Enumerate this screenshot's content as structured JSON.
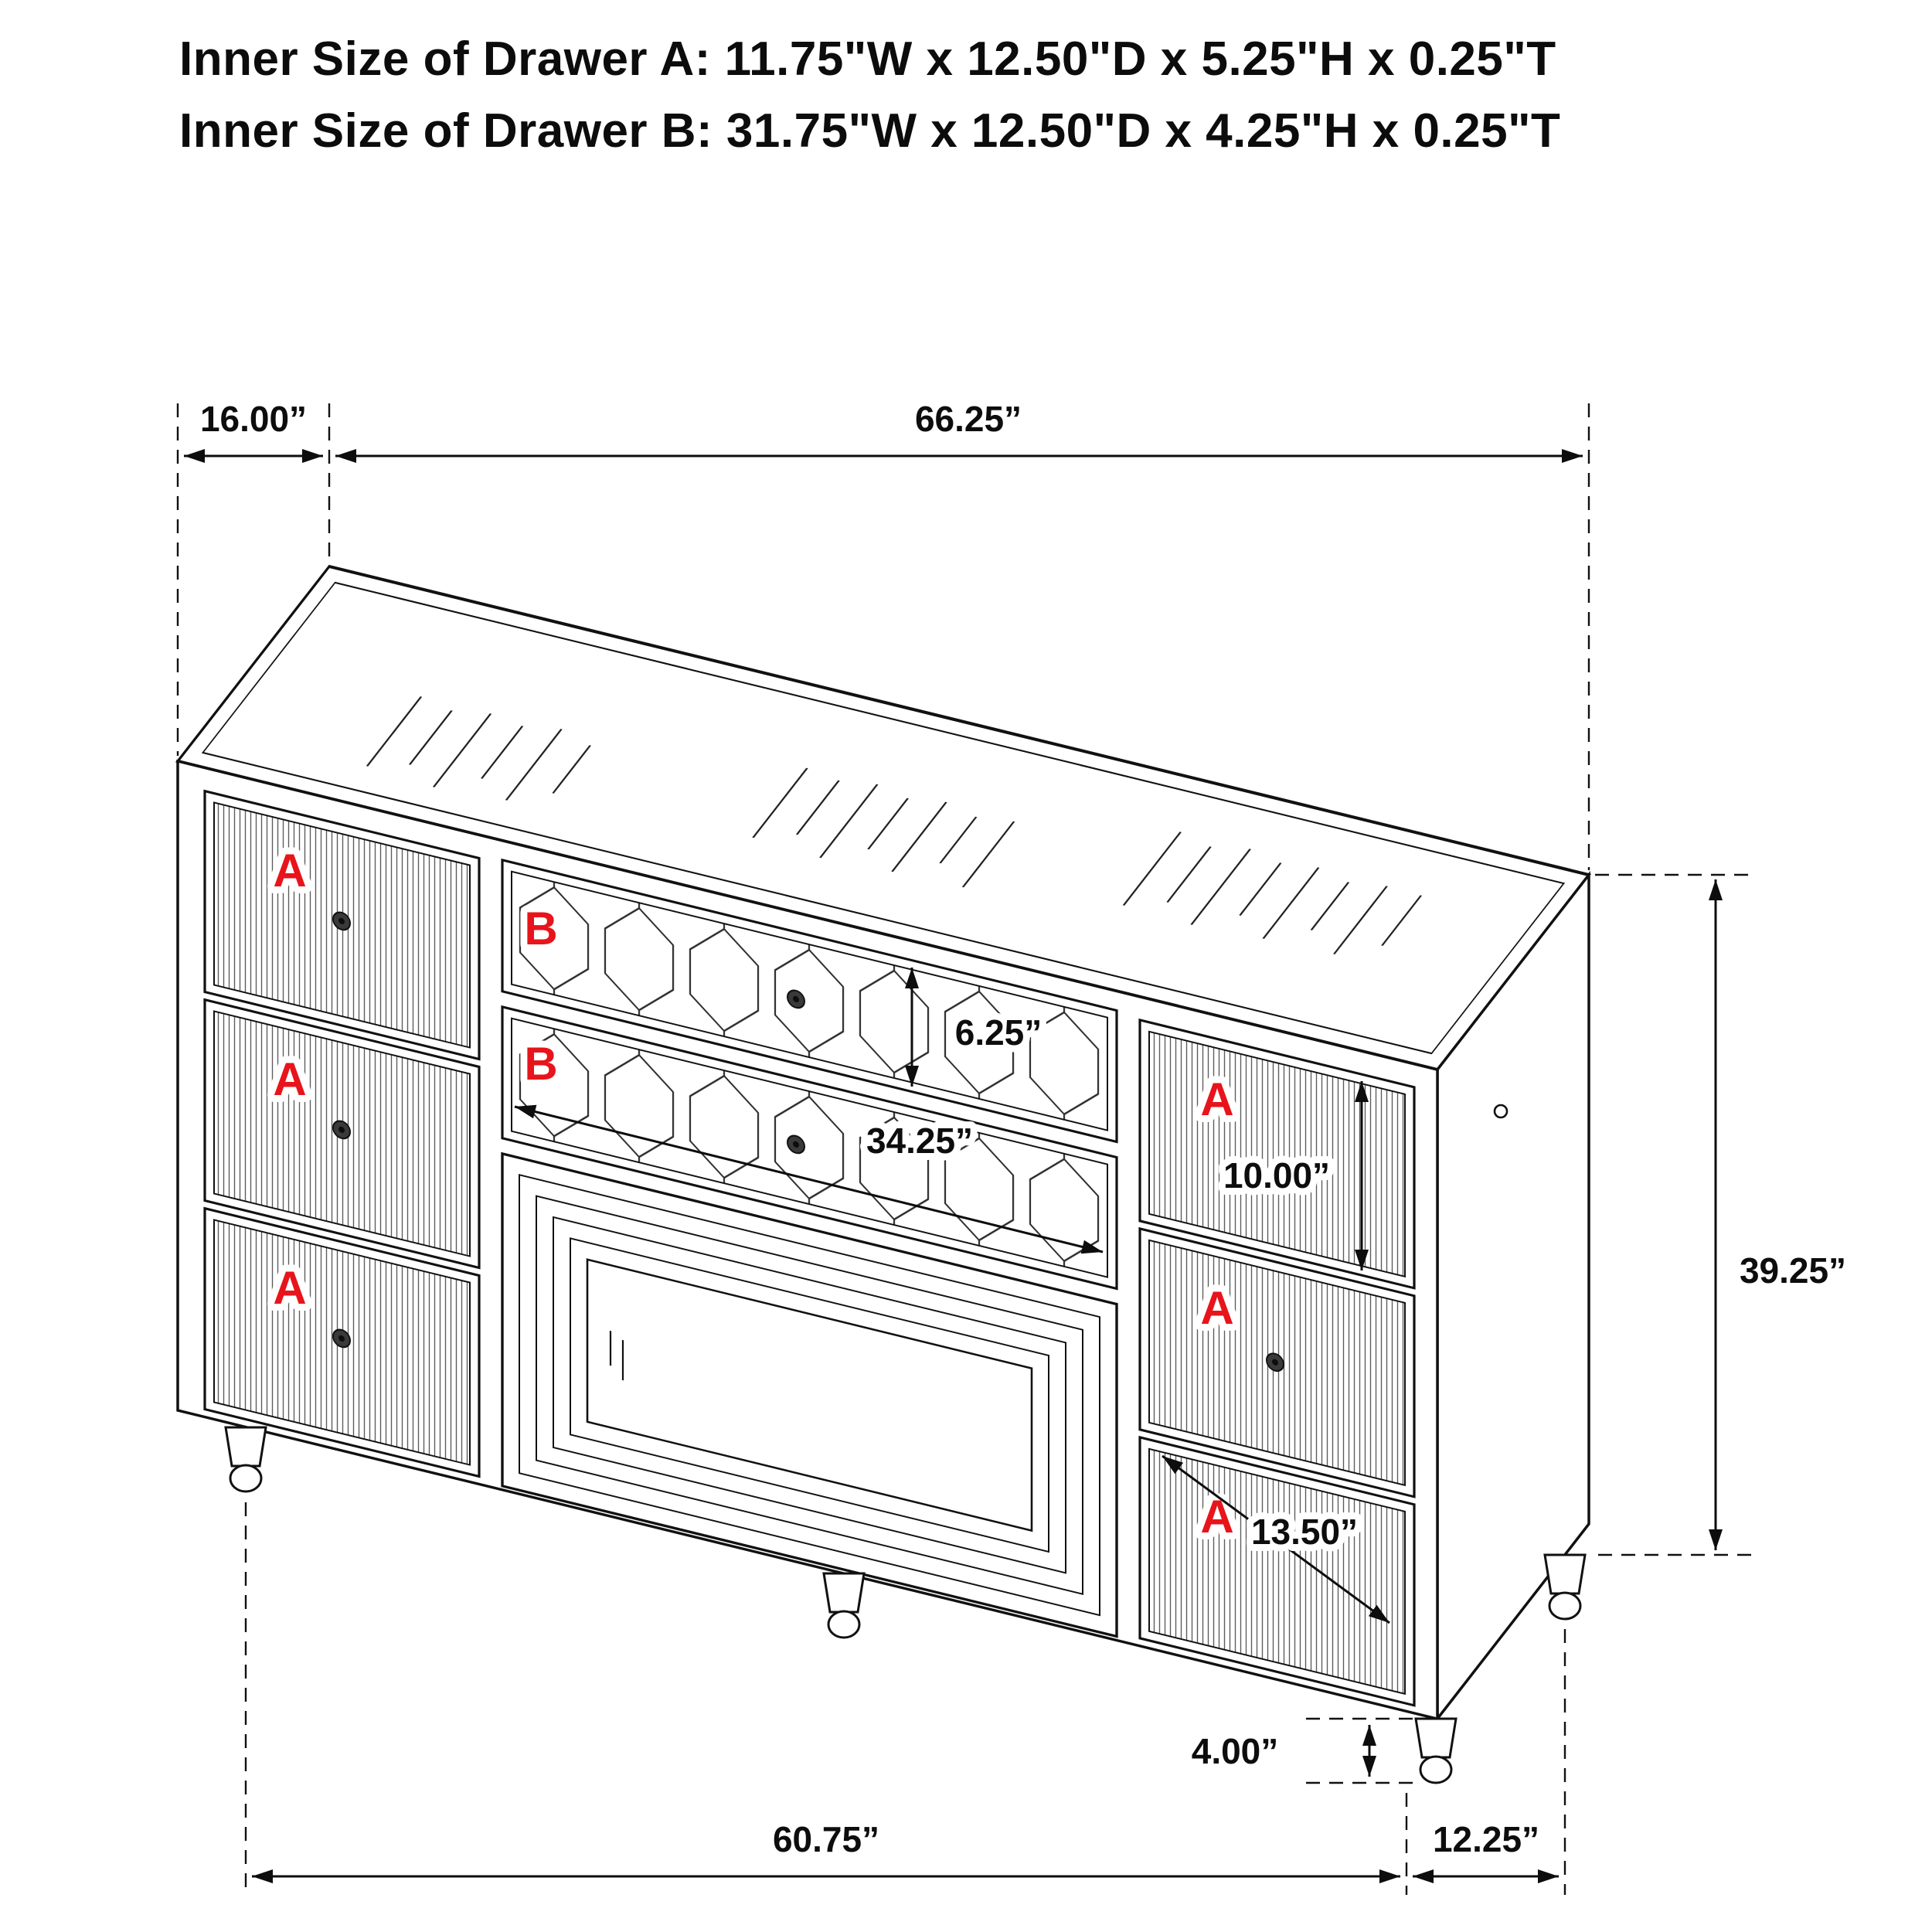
{
  "title": {
    "line1": "Inner Size of Drawer A: 11.75\"W x 12.50\"D x 5.25\"H x 0.25\"T",
    "line2": "Inner Size of Drawer B: 31.75\"W x 12.50\"D x 4.25\"H x 0.25\"T"
  },
  "labels": {
    "drawer_a": "A",
    "drawer_b": "B"
  },
  "dimensions": {
    "top_depth": "16.00”",
    "top_width": "66.25”",
    "drawer_b_height": "6.25”",
    "drawer_b_width": "34.25”",
    "right_drawer_height": "10.00”",
    "overall_height": "39.25”",
    "bottom_right_drawer_width": "13.50”",
    "leg_height": "4.00”",
    "bottom_width": "60.75”",
    "bottom_depth": "12.25”"
  },
  "colors": {
    "accent_red": "#e8141b",
    "line_color": "#0d0d0d"
  }
}
